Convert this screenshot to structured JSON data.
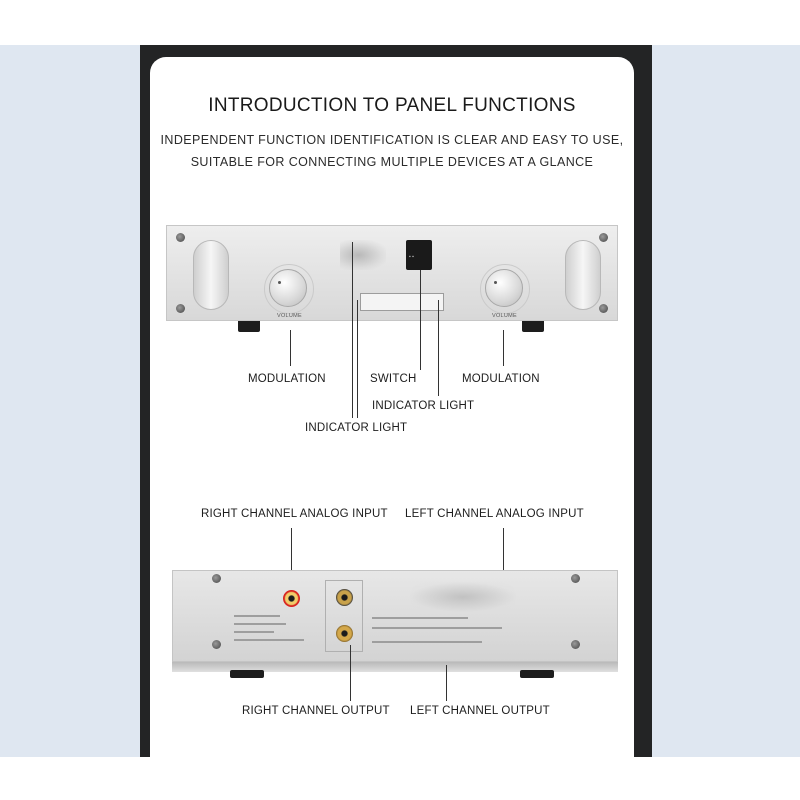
{
  "header": {
    "title": "INTRODUCTION TO PANEL FUNCTIONS",
    "subtitle_line1": "INDEPENDENT FUNCTION IDENTIFICATION IS CLEAR AND EASY TO USE,",
    "subtitle_line2": "SUITABLE FOR CONNECTING MULTIPLE DEVICES AT A GLANCE"
  },
  "front_panel": {
    "knob_left_label": "VOLUME",
    "knob_right_label": "VOLUME",
    "callouts": {
      "modulation_left": "MODULATION",
      "modulation_right": "MODULATION",
      "power_switch": "SWITCH",
      "indicator_light_right": "INDICATOR LIGHT",
      "indicator_light_bottom": "INDICATOR LIGHT"
    }
  },
  "back_panel": {
    "callouts": {
      "right_channel_analog_input": "RIGHT CHANNEL ANALOG INPUT",
      "left_channel_analog_input": "LEFT CHANNEL ANALOG INPUT",
      "right_channel_output": "RIGHT CHANNEL OUTPUT",
      "left_channel_output": "LEFT CHANNEL OUTPUT"
    }
  },
  "colors": {
    "frame": "#232425",
    "side_stripe": "#dfe7f1",
    "rca_red": "#d8231f",
    "rca_gold": "#d4a84a"
  }
}
